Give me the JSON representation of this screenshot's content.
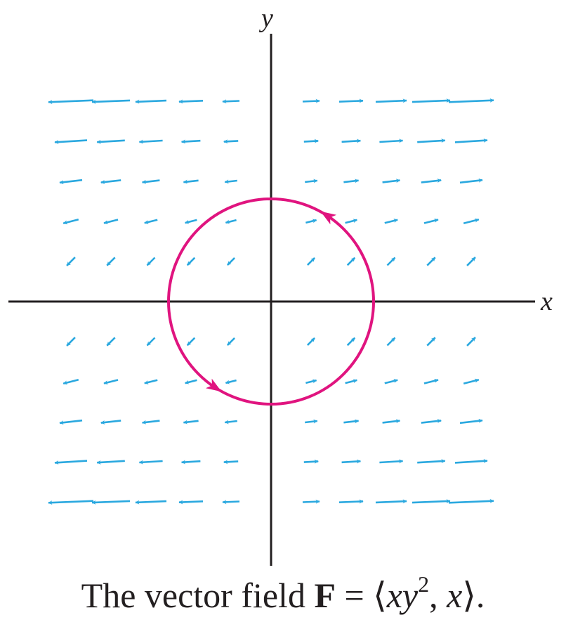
{
  "axes": {
    "x_label": "x",
    "y_label": "y"
  },
  "caption": {
    "prefix": "The vector field ",
    "field_name": "F",
    "equals": " = ⟨",
    "x1": "x",
    "y1": "y",
    "exp": "2",
    "sep": ", ",
    "x2": "x",
    "suffix": "⟩."
  },
  "colors": {
    "axes": "#231f20",
    "vectors": "#2aa8df",
    "curve": "#e0147f",
    "text": "#231f20"
  },
  "chart_data": {
    "type": "vector_field",
    "field": {
      "fx": "x*y^2",
      "fy": "x"
    },
    "grid_x": [
      -5,
      -4,
      -3,
      -2,
      -1,
      1,
      2,
      3,
      4,
      5
    ],
    "grid_y": [
      -5,
      -4,
      -3,
      -2,
      -1,
      1,
      2,
      3,
      4,
      5
    ],
    "curve": {
      "type": "circle",
      "center": [
        0,
        0
      ],
      "radius": 2.5,
      "orientation": "counterclockwise"
    }
  }
}
